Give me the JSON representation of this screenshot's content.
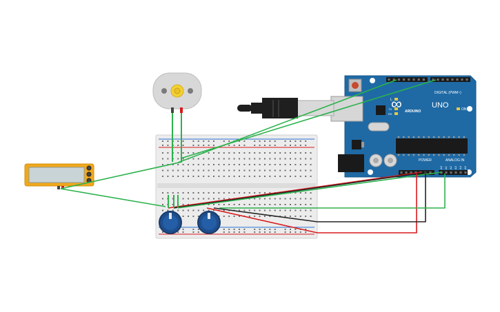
{
  "colors": {
    "background": "#ffffff",
    "arduino_board": "#1f6aa5",
    "breadboard": "#ececec",
    "wire_green": "#2bb24c",
    "wire_red": "#d9191c",
    "wire_black": "#222222",
    "meter_body": "#f0a81c",
    "potentiometer_knob": "#1f4e8c",
    "motor_body": "#d8d8d8",
    "motor_shaft": "#f3d033"
  },
  "arduino": {
    "brand": "ARDUINO",
    "model": "UNO",
    "infinity_symbol": "∞",
    "header_digital": "DIGITAL (PWM~)",
    "header_power": "POWER",
    "header_analog": "ANALOG IN",
    "led_on": "ON",
    "led_l": "L",
    "led_tx": "TX",
    "led_rx": "RX",
    "analog_pins": [
      "A0",
      "A1",
      "A2",
      "A3",
      "A4",
      "A5"
    ]
  },
  "components": {
    "motor": "dc-motor-icon",
    "multimeter": "multimeter-icon",
    "potentiometers": [
      "potentiometer-icon",
      "potentiometer-icon"
    ],
    "usb_cable": "usb-cable-icon"
  }
}
